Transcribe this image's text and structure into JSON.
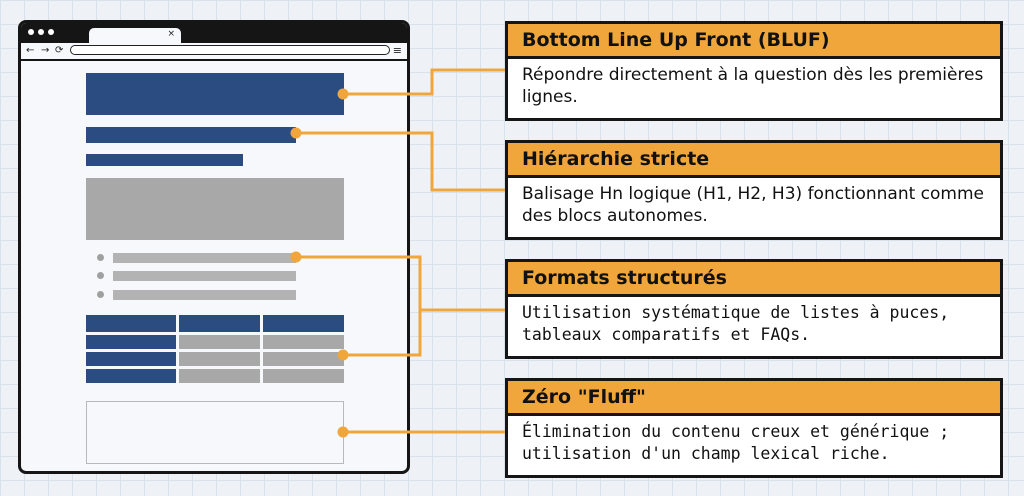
{
  "browser": {
    "tab_close": "×",
    "nav_back": "←",
    "nav_forward": "→",
    "nav_reload": "⟳",
    "menu_icon": "≡"
  },
  "cards": [
    {
      "title": "Bottom Line Up Front (BLUF)",
      "body": "Répondre directement à la question dès les premières lignes."
    },
    {
      "title": "Hiérarchie stricte",
      "body": "Balisage Hn logique (H1, H2, H3) fonctionnant comme des blocs autonomes."
    },
    {
      "title": "Formats structurés",
      "body": "Utilisation systématique de listes à puces, tableaux comparatifs et FAQs."
    },
    {
      "title": "Zéro \"Fluff\"",
      "body": "Élimination du contenu creux et générique ; utilisation d'un champ lexical riche."
    }
  ],
  "colors": {
    "accent_orange": "#f0a63a",
    "block_blue": "#2a4c80",
    "block_gray": "#a8a8a8",
    "outline": "#151515"
  }
}
